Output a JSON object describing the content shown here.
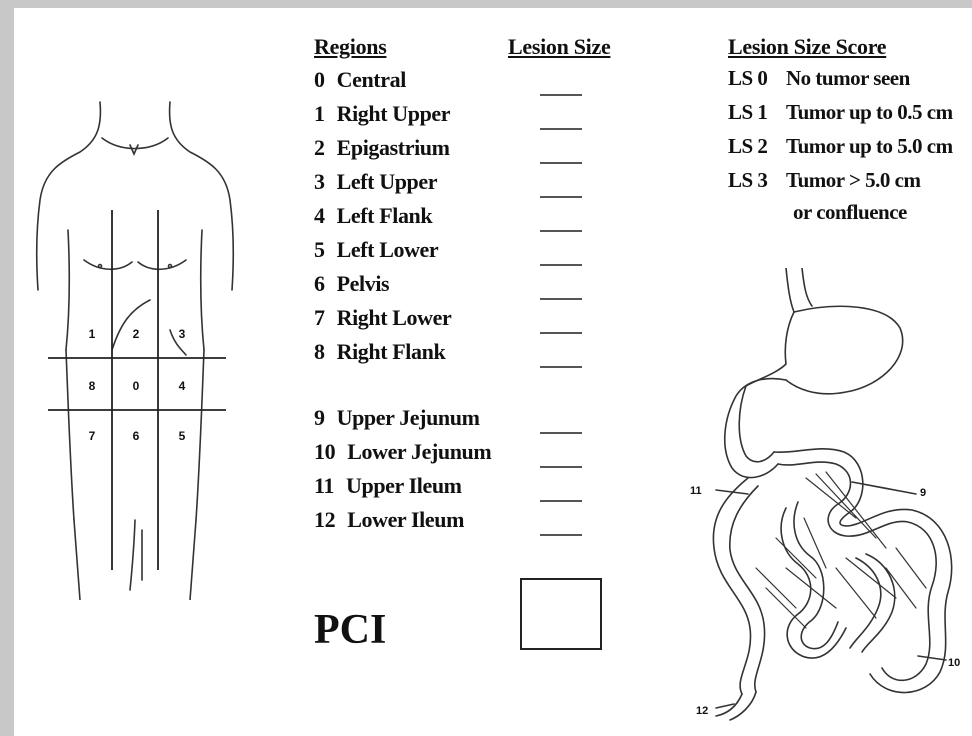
{
  "headers": {
    "regions": "Regions",
    "lesion_size": "Lesion Size",
    "lesion_size_score": "Lesion Size Score"
  },
  "regions": [
    {
      "num": "0",
      "name": "Central"
    },
    {
      "num": "1",
      "name": "Right Upper"
    },
    {
      "num": "2",
      "name": "Epigastrium"
    },
    {
      "num": "3",
      "name": "Left Upper"
    },
    {
      "num": "4",
      "name": "Left Flank"
    },
    {
      "num": "5",
      "name": "Left Lower"
    },
    {
      "num": "6",
      "name": "Pelvis"
    },
    {
      "num": "7",
      "name": "Right Lower"
    },
    {
      "num": "8",
      "name": "Right Flank"
    },
    {
      "num": "9",
      "name": "Upper Jejunum"
    },
    {
      "num": "10",
      "name": "Lower Jejunum"
    },
    {
      "num": "11",
      "name": "Upper Ileum"
    },
    {
      "num": "12",
      "name": "Lower Ileum"
    }
  ],
  "scores": [
    {
      "code": "LS 0",
      "desc": "No tumor seen"
    },
    {
      "code": "LS 1",
      "desc": "Tumor up to 0.5 cm"
    },
    {
      "code": "LS 2",
      "desc": "Tumor up to 5.0 cm"
    },
    {
      "code": "LS 3",
      "desc": "Tumor > 5.0 cm"
    }
  ],
  "score_continuation": "or confluence",
  "pci_label": "PCI",
  "torso_grid_labels": [
    [
      "1",
      "2",
      "3"
    ],
    [
      "8",
      "0",
      "4"
    ],
    [
      "7",
      "6",
      "5"
    ]
  ],
  "intestine_labels": {
    "label_9": "9",
    "label_10": "10",
    "label_11": "11",
    "label_12": "12"
  }
}
